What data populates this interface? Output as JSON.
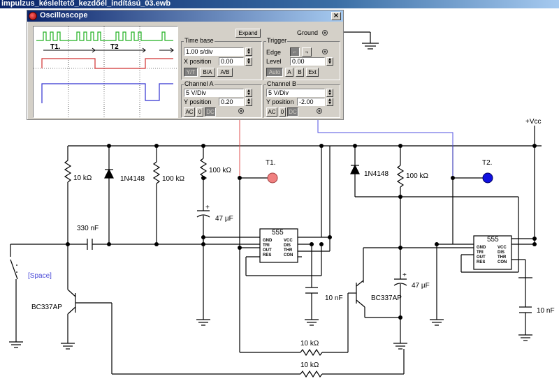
{
  "window": {
    "title": "impulzus_késleltető_kezdőél_indítású_03.ewb"
  },
  "oscilloscope": {
    "title": "Oscilloscope",
    "expand_label": "Expand",
    "ground_label": "Ground",
    "trace_labels": {
      "t1": "T1.",
      "t2": "T2"
    },
    "time_base": {
      "title": "Time base",
      "value": "1.00 s/div",
      "x_position_label": "X position",
      "x_position": "0.00",
      "modes": [
        "Y/T",
        "B/A",
        "A/B"
      ]
    },
    "trigger": {
      "title": "Trigger",
      "edge_label": "Edge",
      "level_label": "Level",
      "level": "0.00",
      "modes": [
        "Auto",
        "A",
        "B",
        "Ext"
      ]
    },
    "channel_a": {
      "title": "Channel A",
      "scale": "5 V/Div",
      "y_position_label": "Y position",
      "y_position": "0.20",
      "coupling": [
        "AC",
        "0",
        "DC"
      ]
    },
    "channel_b": {
      "title": "Channel B",
      "scale": "5 V/Div",
      "y_position_label": "Y position",
      "y_position": "-2.00",
      "coupling": [
        "AC",
        "0",
        "DC"
      ]
    }
  },
  "schematic": {
    "vcc_label": "+Vcc",
    "probe_t1": "T1.",
    "probe_t2": "T2.",
    "r1": "10 kΩ",
    "d1": "1N4148",
    "r2": "100 kΩ",
    "r3": "100 kΩ",
    "c_in": "330 nF",
    "c_timing_1": "47 µF",
    "switch_label": "[Space]",
    "q1": "BC337AP",
    "d2": "1N4148",
    "r4": "100 kΩ",
    "c_ctrl_1": "10 nF",
    "q2": "BC337AP",
    "c_timing_2": "47 µF",
    "c_ctrl_2": "10 nF",
    "r_fb_1": "10 kΩ",
    "r_fb_2": "10 kΩ",
    "ic1": {
      "name": "555",
      "pins_left": [
        "GND",
        "TRI",
        "OUT",
        "RES"
      ],
      "pins_right": [
        "VCC",
        "DIS",
        "THR",
        "CON"
      ]
    },
    "ic2": {
      "name": "555",
      "pins_left": [
        "GND",
        "TRI",
        "OUT",
        "RES"
      ],
      "pins_right": [
        "VCC",
        "DIS",
        "THR",
        "CON"
      ]
    }
  },
  "colors": {
    "trace_a": "#d03030",
    "trace_b": "#3030d0",
    "trace_trigger": "#20b020",
    "probe_t1": "#f08080",
    "probe_t2": "#1010e0"
  }
}
